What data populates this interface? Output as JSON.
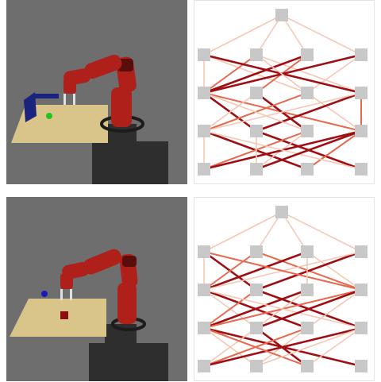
{
  "colors": {
    "sim_background": "#6e6e6e",
    "table_top": "#d9c489",
    "robot_red": "#b0201a",
    "robot_dark": "#5a0e0c",
    "pedestal": "#2e2e2e",
    "node_fill": "#c8c8c8",
    "edge_light": "#f6c7b4",
    "edge_medium": "#e56a4f",
    "edge_dark": "#9e0e12"
  },
  "rows": [
    {
      "scene": {
        "target_color": "#22c422",
        "object_color": "#1a237e"
      },
      "graph": {
        "layers": [
          1,
          4,
          4,
          4,
          4
        ],
        "edges": [
          [
            0,
            0,
            1,
            0,
            "light"
          ],
          [
            0,
            0,
            1,
            1,
            "light"
          ],
          [
            0,
            0,
            1,
            2,
            "light"
          ],
          [
            0,
            0,
            1,
            3,
            "light"
          ],
          [
            1,
            0,
            2,
            0,
            "light"
          ],
          [
            1,
            0,
            2,
            2,
            "light"
          ],
          [
            1,
            1,
            2,
            0,
            "medium"
          ],
          [
            1,
            1,
            2,
            3,
            "light"
          ],
          [
            1,
            2,
            2,
            0,
            "dark"
          ],
          [
            1,
            2,
            2,
            1,
            "medium"
          ],
          [
            1,
            3,
            2,
            0,
            "dark"
          ],
          [
            1,
            3,
            2,
            2,
            "light"
          ],
          [
            1,
            0,
            2,
            3,
            "dark"
          ],
          [
            1,
            1,
            2,
            2,
            "light"
          ],
          [
            2,
            0,
            3,
            1,
            "dark"
          ],
          [
            2,
            0,
            3,
            3,
            "medium"
          ],
          [
            2,
            1,
            3,
            2,
            "dark"
          ],
          [
            2,
            1,
            3,
            0,
            "light"
          ],
          [
            2,
            2,
            3,
            0,
            "medium"
          ],
          [
            2,
            2,
            3,
            3,
            "light"
          ],
          [
            2,
            3,
            3,
            1,
            "dark"
          ],
          [
            2,
            3,
            3,
            0,
            "light"
          ],
          [
            2,
            0,
            3,
            2,
            "light"
          ],
          [
            2,
            3,
            3,
            3,
            "medium"
          ],
          [
            3,
            0,
            4,
            2,
            "dark"
          ],
          [
            3,
            0,
            4,
            0,
            "light"
          ],
          [
            3,
            1,
            4,
            3,
            "dark"
          ],
          [
            3,
            2,
            4,
            0,
            "medium"
          ],
          [
            3,
            2,
            4,
            1,
            "light"
          ],
          [
            3,
            3,
            4,
            0,
            "dark"
          ],
          [
            3,
            3,
            4,
            2,
            "medium"
          ],
          [
            3,
            1,
            4,
            1,
            "light"
          ],
          [
            3,
            0,
            4,
            3,
            "light"
          ],
          [
            3,
            3,
            4,
            1,
            "dark"
          ]
        ]
      }
    },
    {
      "scene": {
        "target_color": "#1a1ab8",
        "object_color": "#8b0f0f"
      },
      "graph": {
        "layers": [
          1,
          4,
          4,
          4,
          4
        ],
        "edges": [
          [
            0,
            0,
            1,
            0,
            "light"
          ],
          [
            0,
            0,
            1,
            1,
            "light"
          ],
          [
            0,
            0,
            1,
            2,
            "light"
          ],
          [
            0,
            0,
            1,
            3,
            "light"
          ],
          [
            1,
            0,
            2,
            0,
            "light"
          ],
          [
            1,
            0,
            2,
            1,
            "dark"
          ],
          [
            1,
            1,
            2,
            3,
            "medium"
          ],
          [
            1,
            1,
            2,
            0,
            "medium"
          ],
          [
            1,
            2,
            2,
            0,
            "dark"
          ],
          [
            1,
            2,
            2,
            3,
            "light"
          ],
          [
            1,
            3,
            2,
            1,
            "dark"
          ],
          [
            1,
            3,
            2,
            0,
            "light"
          ],
          [
            1,
            0,
            2,
            3,
            "medium"
          ],
          [
            1,
            2,
            2,
            2,
            "light"
          ],
          [
            2,
            0,
            3,
            2,
            "dark"
          ],
          [
            2,
            0,
            3,
            1,
            "light"
          ],
          [
            2,
            1,
            3,
            3,
            "dark"
          ],
          [
            2,
            1,
            3,
            0,
            "medium"
          ],
          [
            2,
            2,
            3,
            0,
            "dark"
          ],
          [
            2,
            2,
            3,
            1,
            "light"
          ],
          [
            2,
            3,
            3,
            0,
            "medium"
          ],
          [
            2,
            3,
            3,
            2,
            "light"
          ],
          [
            2,
            0,
            3,
            3,
            "light"
          ],
          [
            2,
            3,
            3,
            1,
            "dark"
          ],
          [
            3,
            0,
            4,
            3,
            "dark"
          ],
          [
            3,
            0,
            4,
            1,
            "light"
          ],
          [
            3,
            1,
            4,
            2,
            "dark"
          ],
          [
            3,
            2,
            4,
            0,
            "medium"
          ],
          [
            3,
            2,
            4,
            1,
            "light"
          ],
          [
            3,
            3,
            4,
            0,
            "dark"
          ],
          [
            3,
            3,
            4,
            2,
            "light"
          ],
          [
            3,
            1,
            4,
            0,
            "light"
          ],
          [
            3,
            0,
            4,
            2,
            "medium"
          ],
          [
            3,
            3,
            4,
            1,
            "light"
          ]
        ]
      }
    }
  ]
}
